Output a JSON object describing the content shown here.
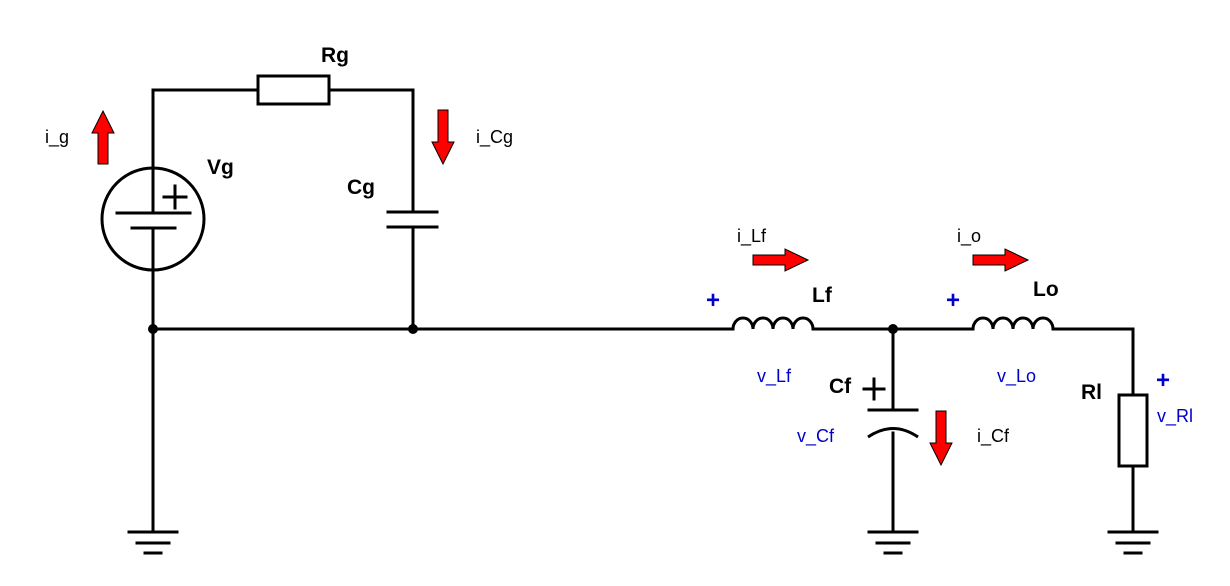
{
  "components": {
    "source": "Vg",
    "grid_resistor": "Rg",
    "grid_capacitor": "Cg",
    "filter_inductor": "Lf",
    "filter_capacitor": "Cf",
    "output_inductor": "Lo",
    "load_resistor": "Rl"
  },
  "currents": {
    "grid": "i_g",
    "grid_capacitor": "i_Cg",
    "filter_inductor": "i_Lf",
    "output": "i_o",
    "filter_capacitor": "i_Cf"
  },
  "voltages": {
    "filter_inductor": "v_Lf",
    "output_inductor": "v_Lo",
    "filter_capacitor": "v_Cf",
    "load": "v_Rl"
  },
  "symbols": {
    "plus": "+"
  },
  "colors": {
    "wire": "#000000",
    "arrow": "#ff0000",
    "voltage_label": "#0000cc"
  }
}
